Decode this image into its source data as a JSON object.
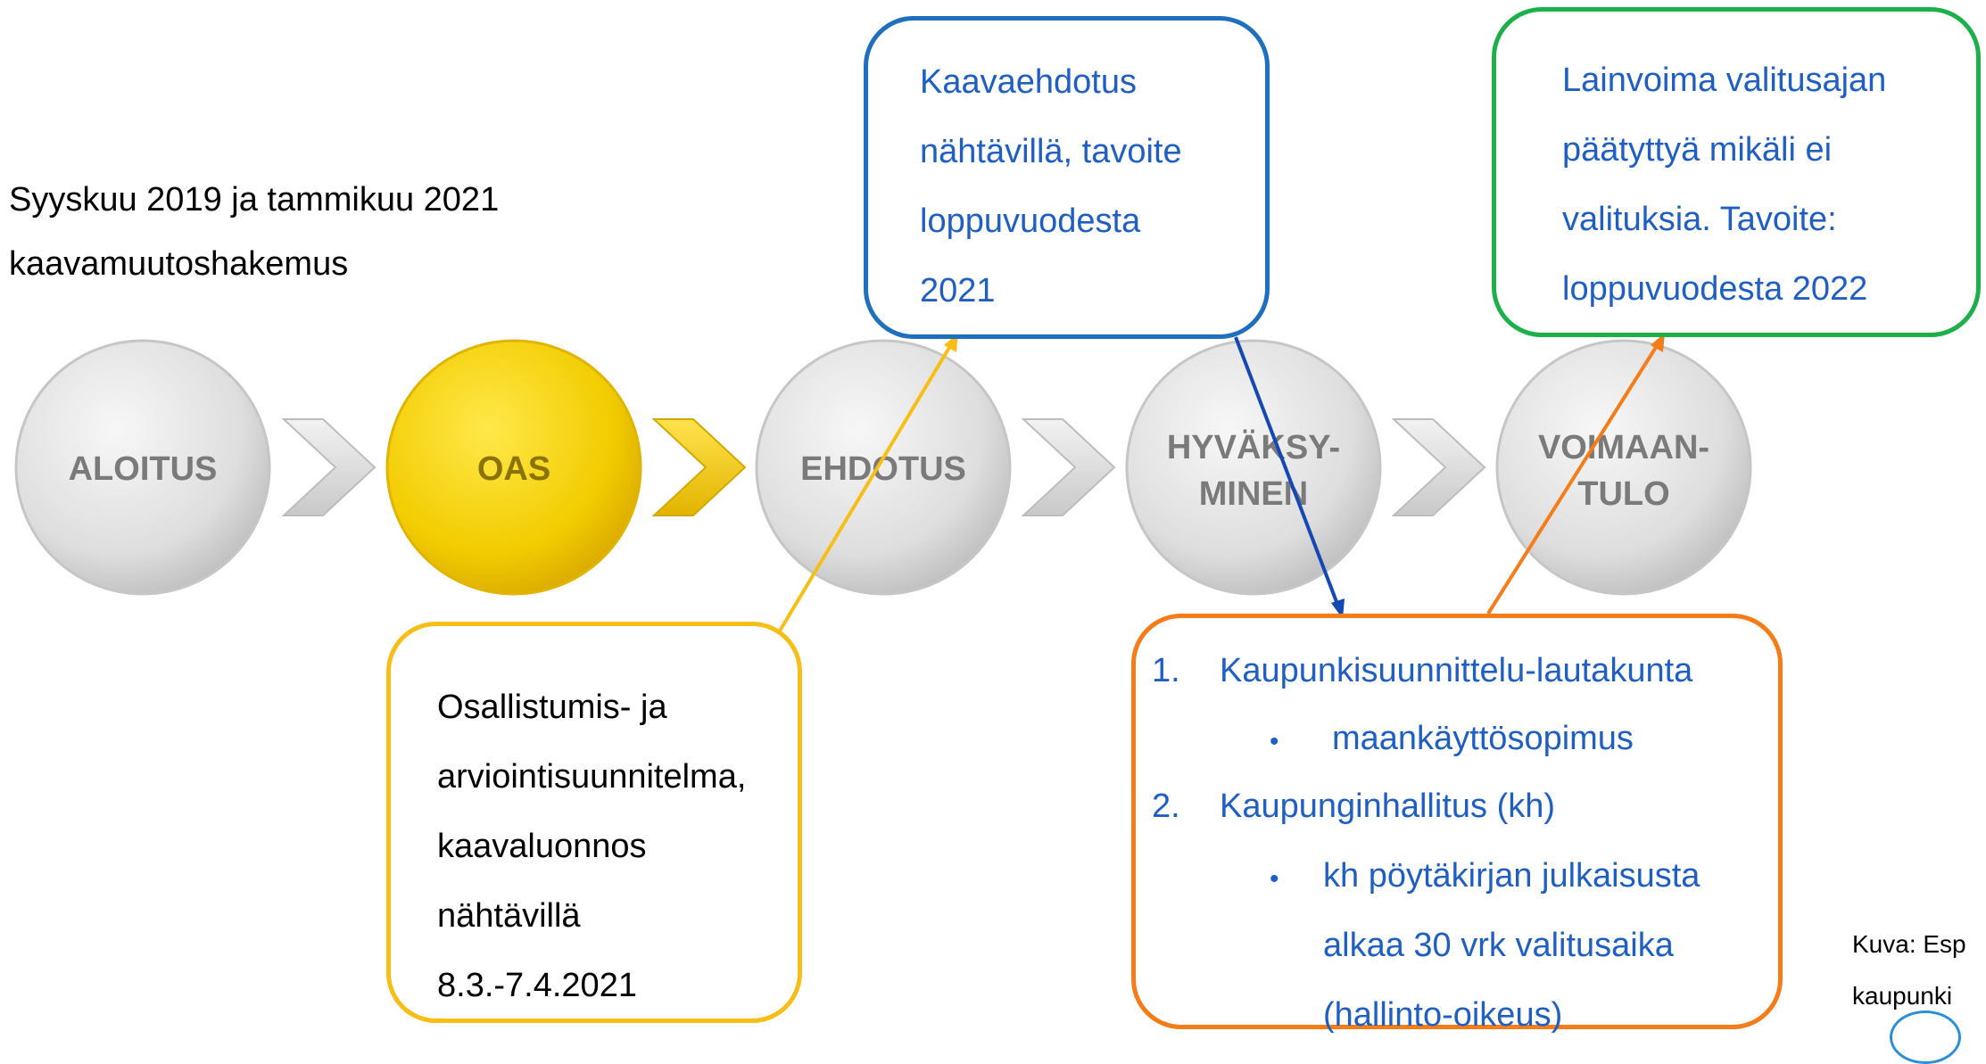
{
  "intro": {
    "line1": "Syyskuu 2019 ja tammikuu 2021",
    "line2": "kaavamuutoshakemus"
  },
  "stages": [
    {
      "label": "ALOITUS",
      "active": false
    },
    {
      "label": "OAS",
      "active": true
    },
    {
      "label": "EHDOTUS",
      "active": false
    },
    {
      "label_line1": "HYVÄKSY-",
      "label_line2": "MINEN",
      "active": false
    },
    {
      "label_line1": "VOIMAAN-",
      "label_line2": "TULO",
      "active": false
    }
  ],
  "boxes": {
    "kaavaehdotus": {
      "lines": [
        "Kaavaehdotus",
        "nähtävillä, tavoite",
        "loppuvuodesta",
        "2021"
      ]
    },
    "lainvoima": {
      "lines": [
        "Lainvoima valitusajan",
        "päätyttyä mikäli ei",
        "valituksia. Tavoite:",
        "loppuvuodesta 2022"
      ]
    },
    "oas": {
      "lines": [
        "Osallistumis- ja",
        "arviointisuunnitelma,",
        "kaavaluonnos",
        "nähtävillä",
        "8.3.-7.4.2021"
      ]
    },
    "hyvaksyminen": {
      "item1_num": "1.",
      "item1": "Kaupunkisuunnittelu-lautakunta",
      "item1_sub": "maankäyttösopimus",
      "item2_num": "2.",
      "item2": "Kaupunginhallitus (kh)",
      "item2_sub_lines": [
        "kh pöytäkirjan julkaisusta",
        "alkaa 30 vrk valitusaika",
        "(hallinto-oikeus)"
      ],
      "bullet": "•"
    }
  },
  "credit": {
    "line1": "Kuva: Esp",
    "line2": "kaupunki"
  },
  "colors": {
    "blue_text": "#1f5fc4",
    "blue_border": "#1e6fbd",
    "green_border": "#1db04a",
    "yellow": "#f7bf16",
    "orange": "#f47d1a",
    "active_circle": "#f2cc00",
    "inactive_circle": "#dcdcdc"
  }
}
